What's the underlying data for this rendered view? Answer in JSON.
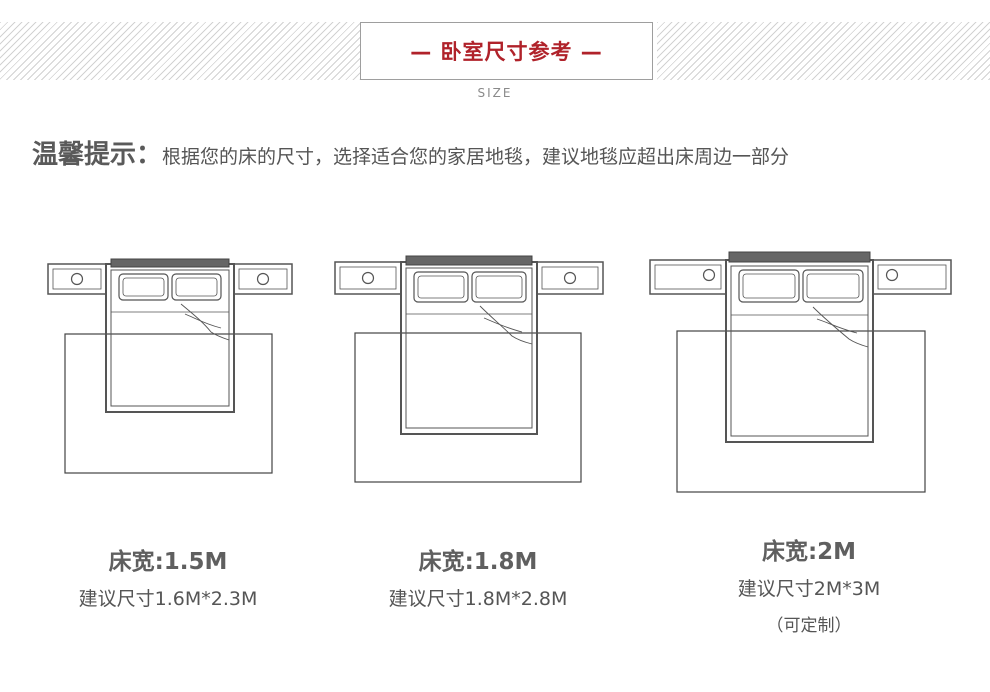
{
  "header": {
    "title": "— 卧室尺寸参考 —",
    "subtitle": "SIZE"
  },
  "tip": {
    "title": "温馨提示：",
    "text": "根据您的床的尺寸，选择适合您的家居地毯，建议地毯应超出床周边一部分"
  },
  "options": [
    {
      "width_label": "床宽:1.5M",
      "suggest_label": "建议尺寸1.6M*2.3M"
    },
    {
      "width_label": "床宽:1.8M",
      "suggest_label": "建议尺寸1.8M*2.8M"
    },
    {
      "width_label": "床宽:2M",
      "suggest_label": "建议尺寸2M*3M",
      "note": "（可定制）"
    }
  ],
  "colors": {
    "accent": "#b0222a",
    "line": "#555555",
    "text": "#555555"
  }
}
